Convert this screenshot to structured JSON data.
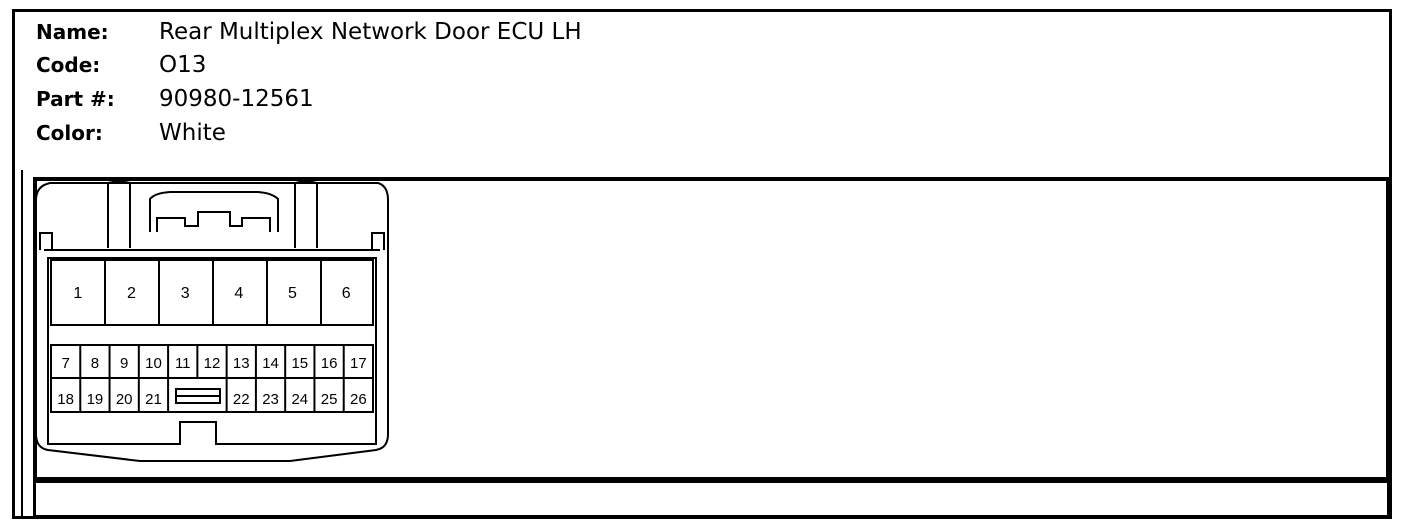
{
  "info": {
    "name_label": "Name:",
    "name_value": "Rear Multiplex Network Door ECU LH",
    "code_label": "Code:",
    "code_value": "O13",
    "part_label": "Part #:",
    "part_value": "90980-12561",
    "color_label": "Color:",
    "color_value": "White"
  },
  "connector": {
    "top_row": [
      "1",
      "2",
      "3",
      "4",
      "5",
      "6"
    ],
    "mid_row": [
      "7",
      "8",
      "9",
      "10",
      "11",
      "12",
      "13",
      "14",
      "15",
      "16",
      "17"
    ],
    "bottom_row_left": [
      "18",
      "19",
      "20",
      "21"
    ],
    "bottom_row_right": [
      "22",
      "23",
      "24",
      "25",
      "26"
    ]
  }
}
